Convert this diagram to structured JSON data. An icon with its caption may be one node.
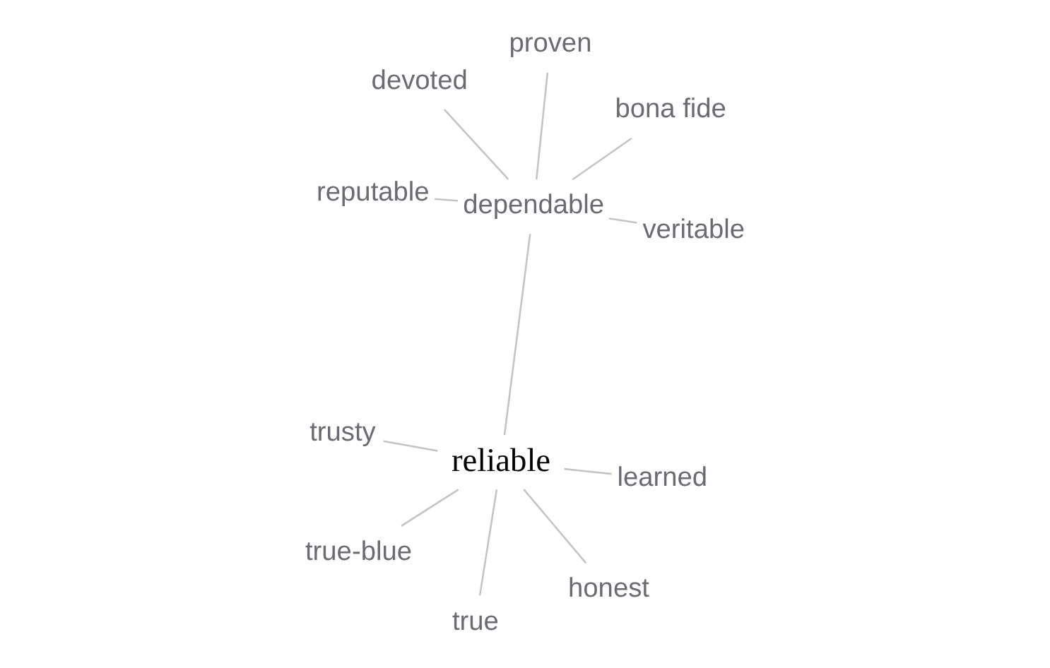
{
  "diagram": {
    "nodes": [
      {
        "text": [
          "reputable"
        ]
      },
      {
        "text": [
          "veritable"
        ]
      },
      {
        "text": [
          "dependable"
        ]
      },
      {
        "text": [
          "proven"
        ]
      },
      {
        "text": [
          "bona fide"
        ]
      },
      {
        "text": [
          "devoted"
        ]
      },
      {
        "text": [
          "true"
        ]
      },
      {
        "text": [
          "reliable"
        ]
      },
      {
        "text": [
          "true-blue"
        ]
      },
      {
        "text": [
          "learned"
        ]
      },
      {
        "text": [
          "honest"
        ]
      },
      {
        "text": [
          "trusty"
        ]
      }
    ],
    "edges": [
      {
        "from": 7,
        "to": 2,
        "arrow": "none"
      },
      {
        "from": 2,
        "to": 0,
        "arrow": "none"
      },
      {
        "from": 2,
        "to": 1,
        "arrow": "none"
      },
      {
        "from": 2,
        "to": 3,
        "arrow": "none"
      },
      {
        "from": 2,
        "to": 4,
        "arrow": "none"
      },
      {
        "from": 2,
        "to": 5,
        "arrow": "none"
      },
      {
        "from": 7,
        "to": 6,
        "arrow": "none"
      },
      {
        "from": 7,
        "to": 8,
        "arrow": "none"
      },
      {
        "from": 7,
        "to": 9,
        "arrow": "none"
      },
      {
        "from": 7,
        "to": 10,
        "arrow": "none"
      },
      {
        "from": 7,
        "to": 11,
        "arrow": "none"
      }
    ]
  }
}
